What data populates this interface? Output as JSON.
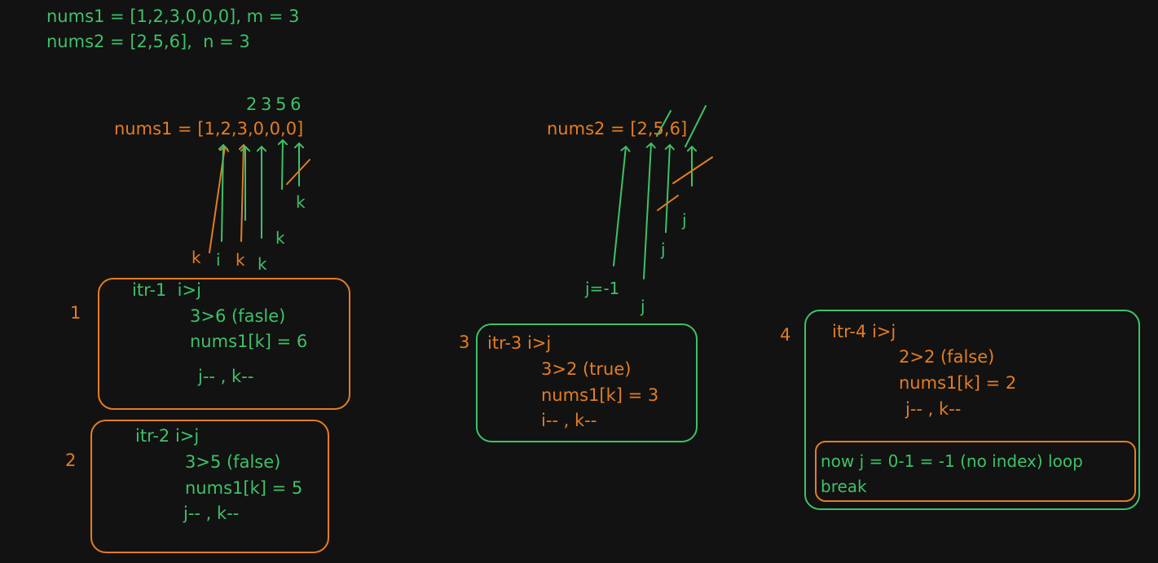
{
  "header": {
    "line1": "nums1 = [1,2,3,0,0,0], m = 3",
    "line2": "nums2 = [2,5,6],  n = 3"
  },
  "arrays": {
    "nums1": "nums1 = [1,2,3,0,0,0]",
    "nums1_overwrite": "2 3 5 6",
    "nums2": "nums2 = [2,5,6]"
  },
  "pointer_labels": {
    "k": "k",
    "i": "i",
    "j": "j",
    "j_end": "j=-1"
  },
  "steps": [
    {
      "number": "1",
      "title": "itr-1  i>j",
      "cmp": "3>6 (fasle)",
      "assign": "nums1[k] = 6",
      "update": "j-- , k--"
    },
    {
      "number": "2",
      "title": "itr-2 i>j",
      "cmp": "3>5 (false)",
      "assign": "nums1[k] = 5",
      "update": "j-- , k--"
    },
    {
      "number": "3",
      "title": "itr-3 i>j",
      "cmp": "3>2 (true)",
      "assign": "nums1[k] = 3",
      "update": "i-- , k--"
    },
    {
      "number": "4",
      "title": "itr-4 i>j",
      "cmp": "2>2 (false)",
      "assign": "nums1[k] = 2",
      "update": "j-- , k--"
    }
  ],
  "loop_end": {
    "line1": "now j = 0-1 = -1 (no index) loop",
    "line2": "break"
  },
  "colors": {
    "background": "#121212",
    "green": "#3ec168",
    "orange": "#e47d22"
  }
}
